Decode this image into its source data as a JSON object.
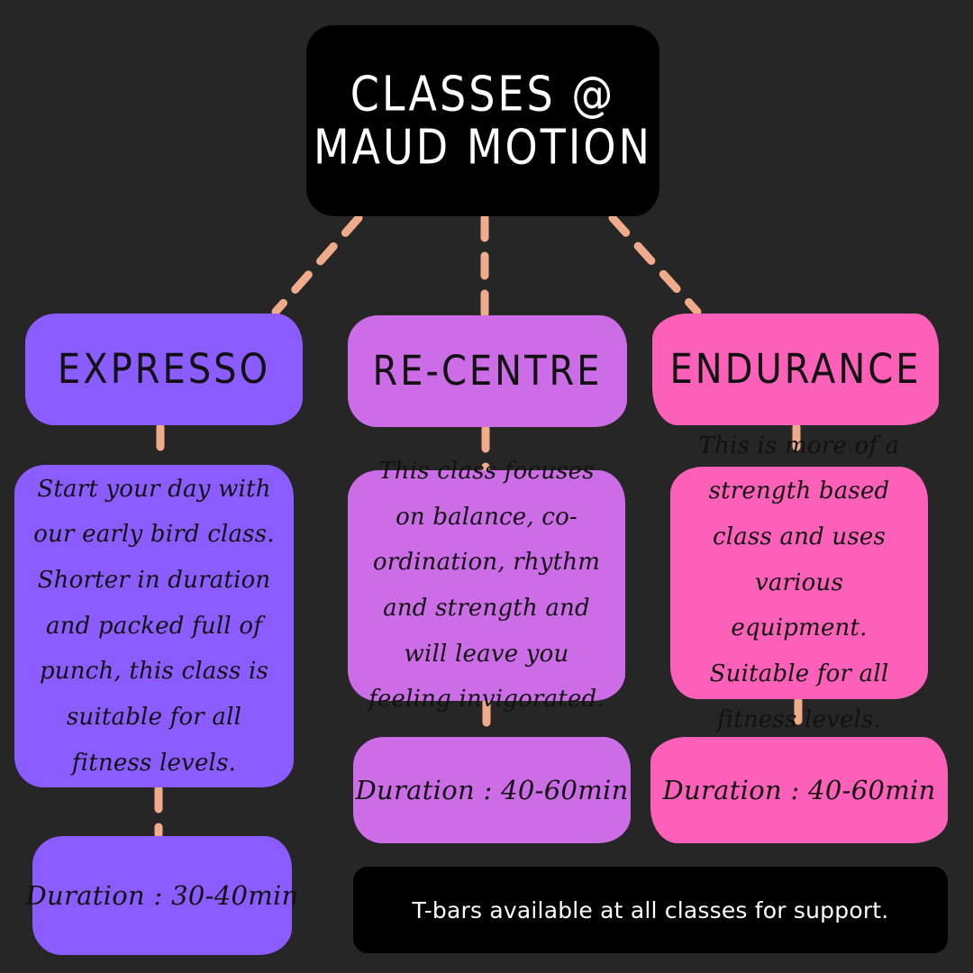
{
  "theme": {
    "background": "#262626",
    "connector_color": "#f0ab8b",
    "title_bg": "#000000",
    "title_text": "#ffffff",
    "body_text": "#111111"
  },
  "title": {
    "line1": "CLASSES @",
    "line2": "MAUD MOTION"
  },
  "columns": [
    {
      "key": "expresso",
      "header": "EXPRESSO",
      "color": "#8b5cff",
      "description": "Start your day with our early bird class. Shorter in duration and packed full of punch, this class is suitable for all fitness levels.",
      "duration": "Duration : 30-40min"
    },
    {
      "key": "recentre",
      "header": "RE-CENTRE",
      "color": "#cc6ce7",
      "description": "This class focuses on balance, co-ordination, rhythm and strength and will leave you feeling invigorated.",
      "duration": "Duration : 40-60min"
    },
    {
      "key": "endurance",
      "header": "ENDURANCE",
      "color": "#fc60b8",
      "description": "This is more of a strength based class and uses various equipment. Suitable for all fitness levels.",
      "duration": "Duration : 40-60min"
    }
  ],
  "footer": {
    "note": "T-bars available at all classes for support."
  }
}
